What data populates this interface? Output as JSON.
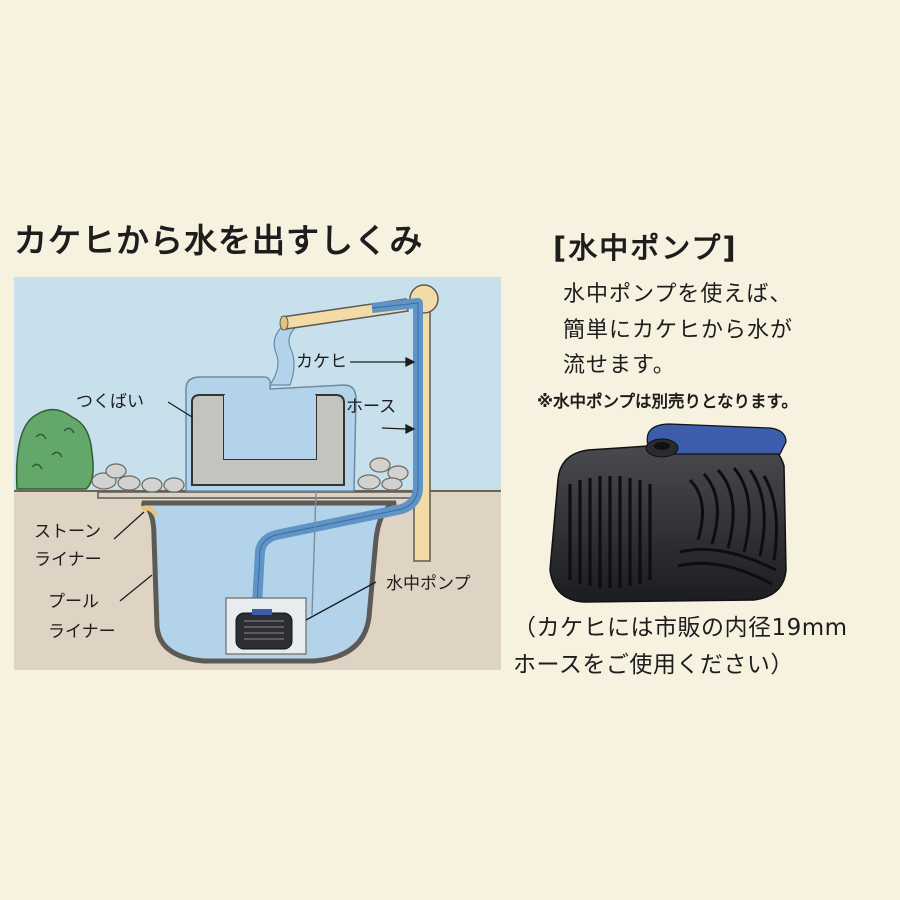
{
  "title": "カケヒから水を出すしくみ",
  "diagram_labels": {
    "kakehi": "カケヒ",
    "hose": "ホース",
    "tsukubai": "つくばい",
    "stone_liner_1": "ストーン",
    "stone_liner_2": "ライナー",
    "pool_liner_1": "プール",
    "pool_liner_2": "ライナー",
    "submersible_pump": "水中ポンプ"
  },
  "pump_info": {
    "heading": "[水中ポンプ]",
    "lines": [
      "水中ポンプを使えば、",
      "簡単にカケヒから水が",
      "流せます。"
    ],
    "note": "※水中ポンプは別売りとなります。",
    "caption_lines": [
      "（カケヒには市販の内径19mm",
      "ホースをご使用ください）"
    ]
  },
  "colors": {
    "sky": "#c7e0ec",
    "water": "#b3d3ea",
    "soil": "#dfd4c4",
    "hose": "#5e94c8",
    "bamboo": "#f2dba7",
    "tsukubai": "#c4c4bf",
    "bush": "#63a86a",
    "pump_body": "#2c2e31",
    "pump_accent": "#3c5dab"
  }
}
